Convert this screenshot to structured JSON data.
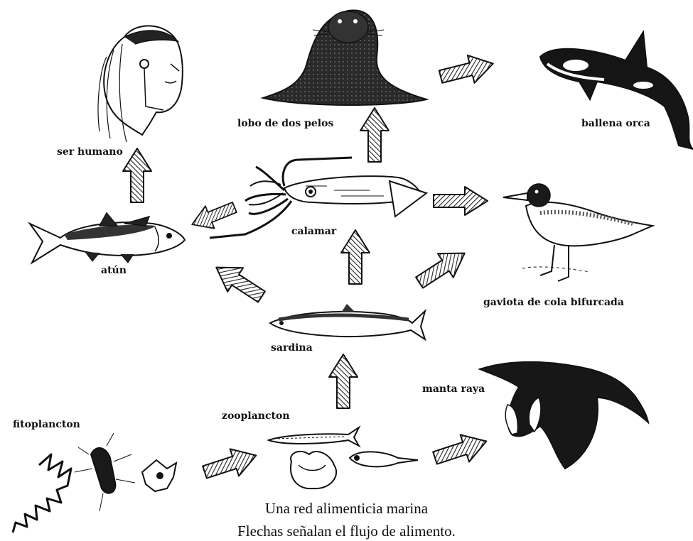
{
  "organisms": {
    "human": "ser humano",
    "fur_seal": "lobo de dos pelos",
    "orca": "ballena orca",
    "tuna": "atún",
    "squid": "calamar",
    "gull": "gaviota de cola bifurcada",
    "sardine": "sardina",
    "manta": "manta raya",
    "phytoplankton": "fitoplancton",
    "zooplankton": "zooplancton"
  },
  "caption": {
    "title": "Una red alimenticia marina",
    "subtitle": "Flechas señalan el flujo de alimento."
  },
  "colors": {
    "ink": "#111111",
    "hatch": "#5a5a5a",
    "paper": "#ffffff"
  }
}
